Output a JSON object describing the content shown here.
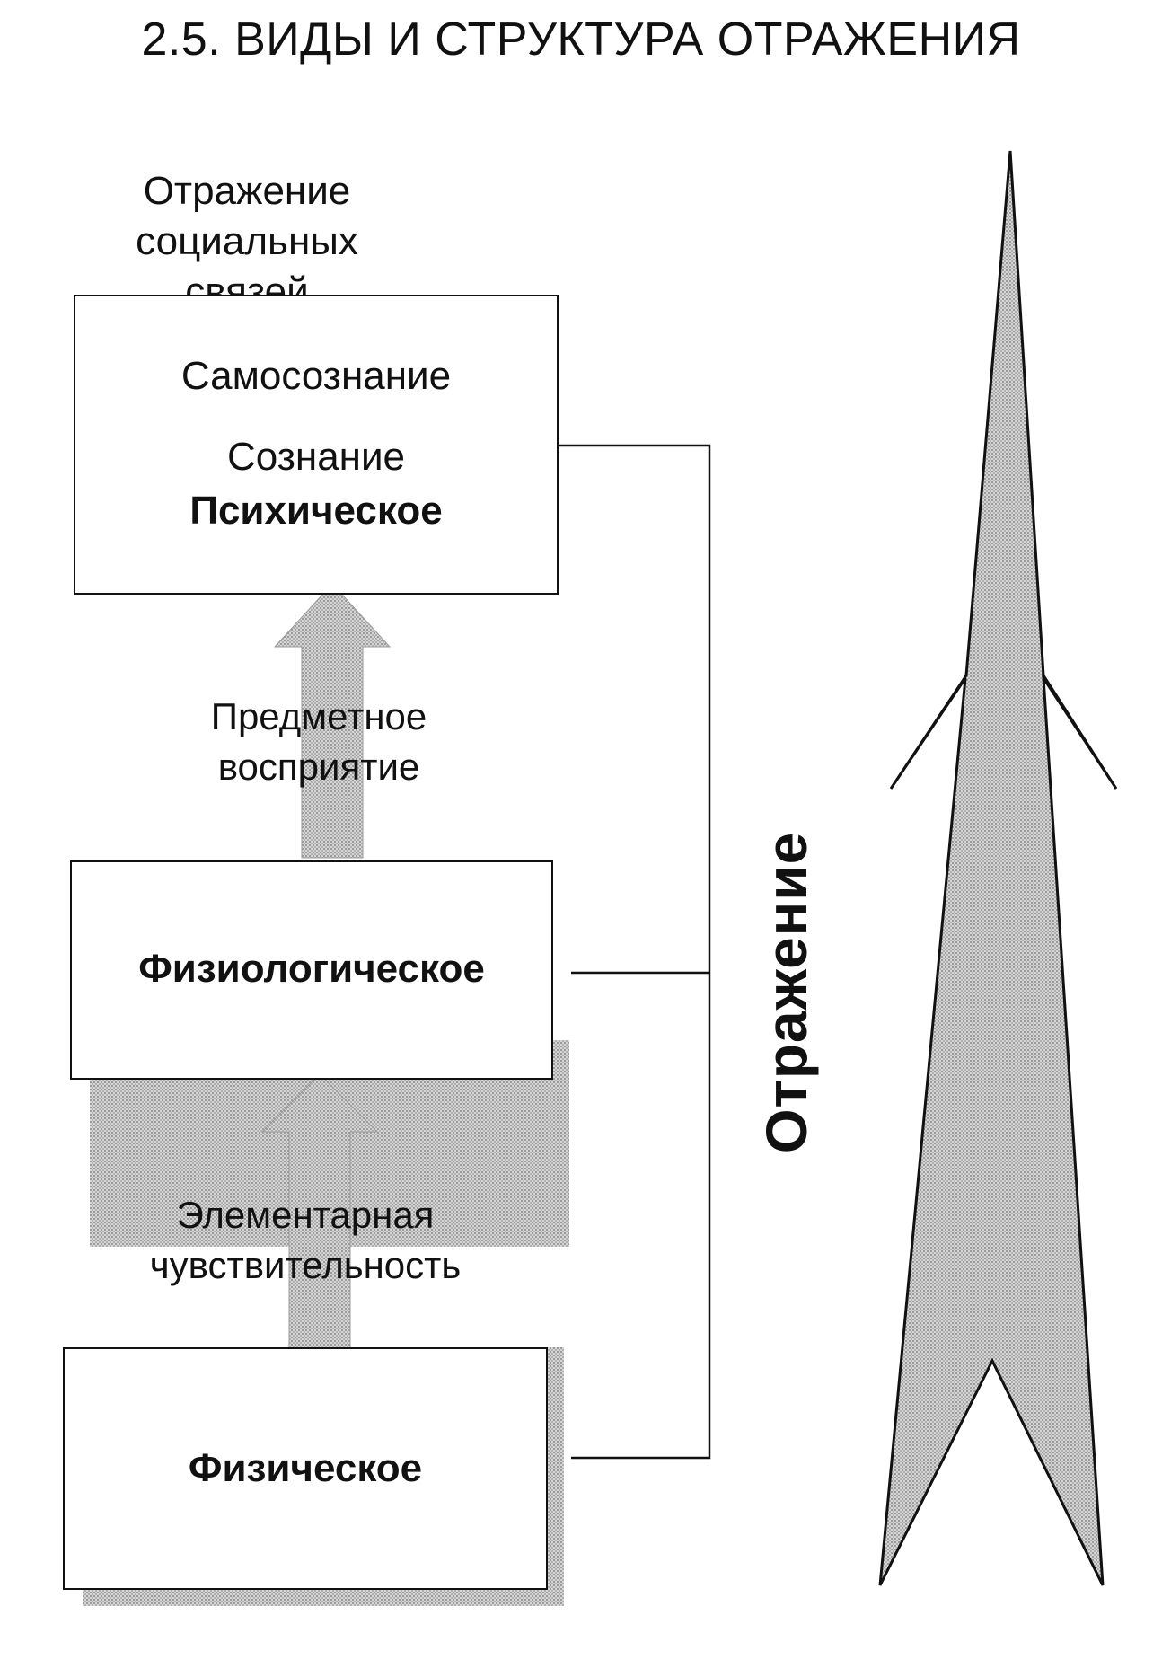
{
  "title": "2.5. ВИДЫ И СТРУКТУРА ОТРАЖЕНИЯ",
  "top_caption": {
    "line1": "Отражение социальных",
    "line2": "связей"
  },
  "boxes": {
    "psychic": {
      "line1": "Самосознание",
      "line2": "Сознание",
      "line3": "Психическое"
    },
    "physiological": {
      "label": "Физиологическое"
    },
    "physical": {
      "label": "Физическое"
    }
  },
  "transitions": {
    "upper": {
      "line1": "Предметное",
      "line2": "восприятие"
    },
    "lower": {
      "line1": "Элементарная",
      "line2": "чувствительность"
    }
  },
  "vertical_label": "Отражение",
  "colors": {
    "line": "#111111",
    "arrow_fill": "#c8c8c8",
    "shadow": "#b8b8b8",
    "background": "#ffffff"
  }
}
